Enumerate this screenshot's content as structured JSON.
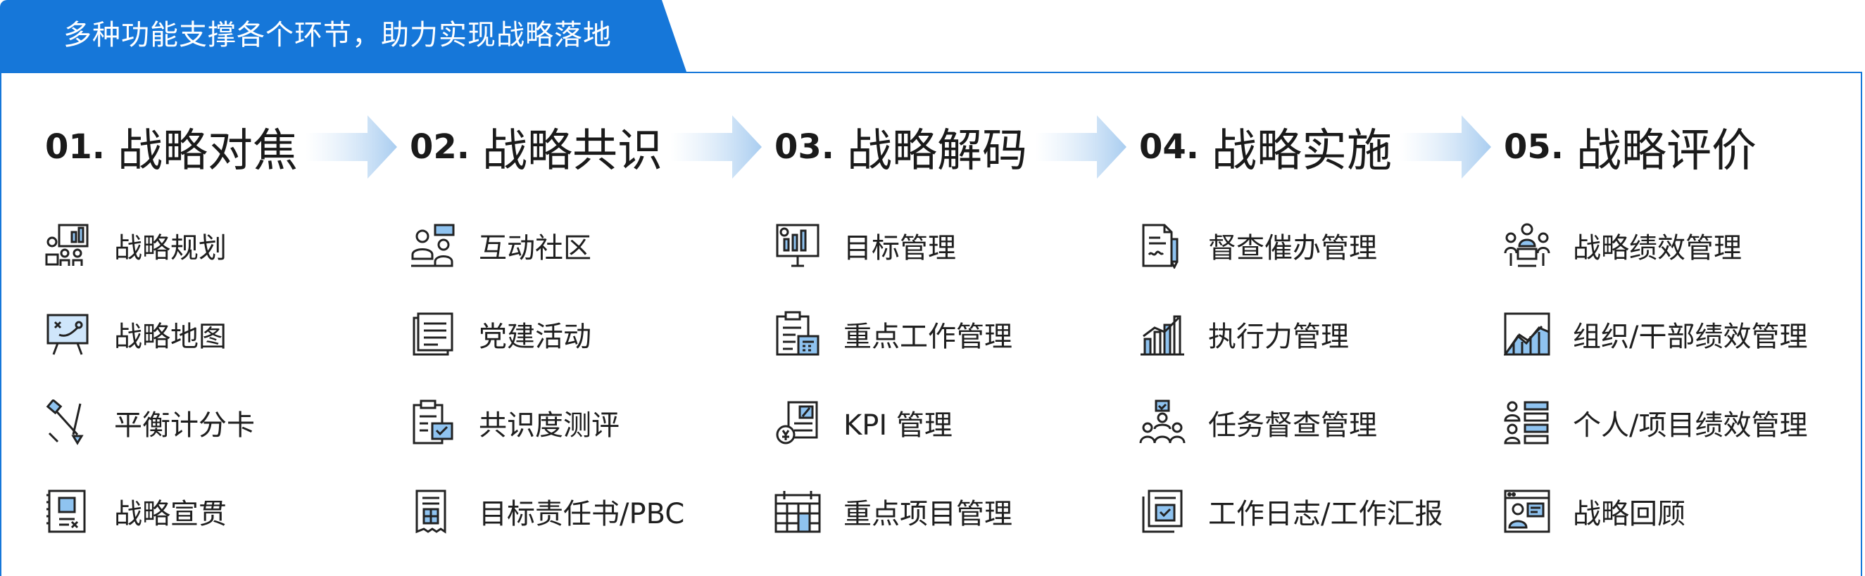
{
  "header": {
    "title": "多种功能支撑各个环节，助力实现战略落地"
  },
  "accent_color": "#1677d9",
  "stages": [
    {
      "num": "01.",
      "name": "战略对焦",
      "items": [
        {
          "label": "战略规划",
          "icon": "strategy-planning-icon"
        },
        {
          "label": "战略地图",
          "icon": "strategy-map-icon"
        },
        {
          "label": "平衡计分卡",
          "icon": "balanced-scorecard-icon"
        },
        {
          "label": "战略宣贯",
          "icon": "strategy-communication-icon"
        }
      ]
    },
    {
      "num": "02.",
      "name": "战略共识",
      "items": [
        {
          "label": "互动社区",
          "icon": "community-icon"
        },
        {
          "label": "党建活动",
          "icon": "party-activity-icon"
        },
        {
          "label": "共识度测评",
          "icon": "consensus-survey-icon"
        },
        {
          "label": "目标责任书/PBC",
          "icon": "target-contract-icon"
        }
      ]
    },
    {
      "num": "03.",
      "name": "战略解码",
      "items": [
        {
          "label": "目标管理",
          "icon": "goal-management-icon"
        },
        {
          "label": "重点工作管理",
          "icon": "key-work-icon"
        },
        {
          "label": "KPI 管理",
          "icon": "kpi-icon"
        },
        {
          "label": "重点项目管理",
          "icon": "key-project-icon"
        }
      ]
    },
    {
      "num": "04.",
      "name": "战略实施",
      "items": [
        {
          "label": "督查催办管理",
          "icon": "supervision-icon"
        },
        {
          "label": "执行力管理",
          "icon": "execution-chart-icon"
        },
        {
          "label": "任务督查管理",
          "icon": "task-team-icon"
        },
        {
          "label": "工作日志/工作汇报",
          "icon": "work-log-icon"
        }
      ]
    },
    {
      "num": "05.",
      "name": "战略评价",
      "items": [
        {
          "label": "战略绩效管理",
          "icon": "performance-team-icon"
        },
        {
          "label": "组织/干部绩效管理",
          "icon": "org-performance-icon"
        },
        {
          "label": "个人/项目绩效管理",
          "icon": "personal-performance-icon"
        },
        {
          "label": "战略回顾",
          "icon": "strategy-review-icon"
        }
      ]
    }
  ]
}
